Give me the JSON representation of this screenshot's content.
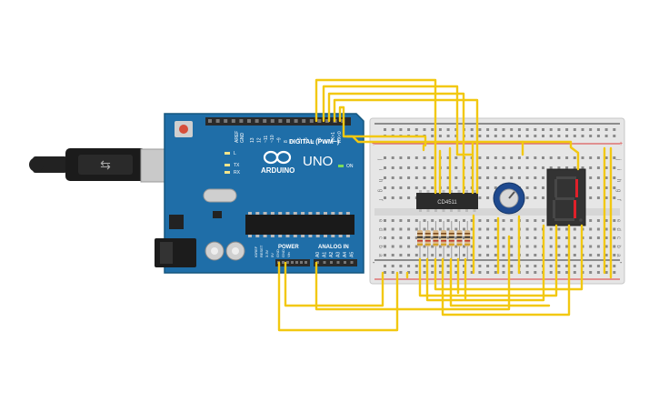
{
  "board": {
    "brand": "ARDUINO",
    "model": "UNO",
    "digital_label": "DIGITAL (PWM~)",
    "power_label": "POWER",
    "analog_label": "ANALOG IN",
    "on_label": "ON",
    "led_l": "L",
    "led_tx": "TX",
    "led_rx": "RX",
    "aref": "AREF",
    "gnd": "GND",
    "digital_pins": [
      "13",
      "12",
      "~11",
      "~10",
      "~9",
      "8",
      "7",
      "~6",
      "~5",
      "4",
      "~3",
      "2",
      "TX>1",
      "RX<0"
    ],
    "power_pins": [
      "IOREF",
      "RESET",
      "3.3V",
      "5V",
      "GND",
      "GND",
      "Vin"
    ],
    "analog_pins": [
      "A0",
      "A1",
      "A2",
      "A3",
      "A4",
      "A5"
    ]
  },
  "ic": {
    "label": "CD4511"
  },
  "seven_segment": {
    "digit": "1",
    "color": "#e0202a"
  },
  "breadboard": {
    "row_letters_top": [
      "j",
      "i",
      "h",
      "g",
      "f"
    ],
    "row_letters_bottom": [
      "e",
      "d",
      "c",
      "b",
      "a"
    ],
    "plus": "+",
    "minus": "-"
  },
  "colors": {
    "wire": "#f2c811",
    "board": "#1f6ea8",
    "breadboard": "#e6e6e6",
    "rail_red": "#d93b3b",
    "rail_black": "#333333"
  }
}
